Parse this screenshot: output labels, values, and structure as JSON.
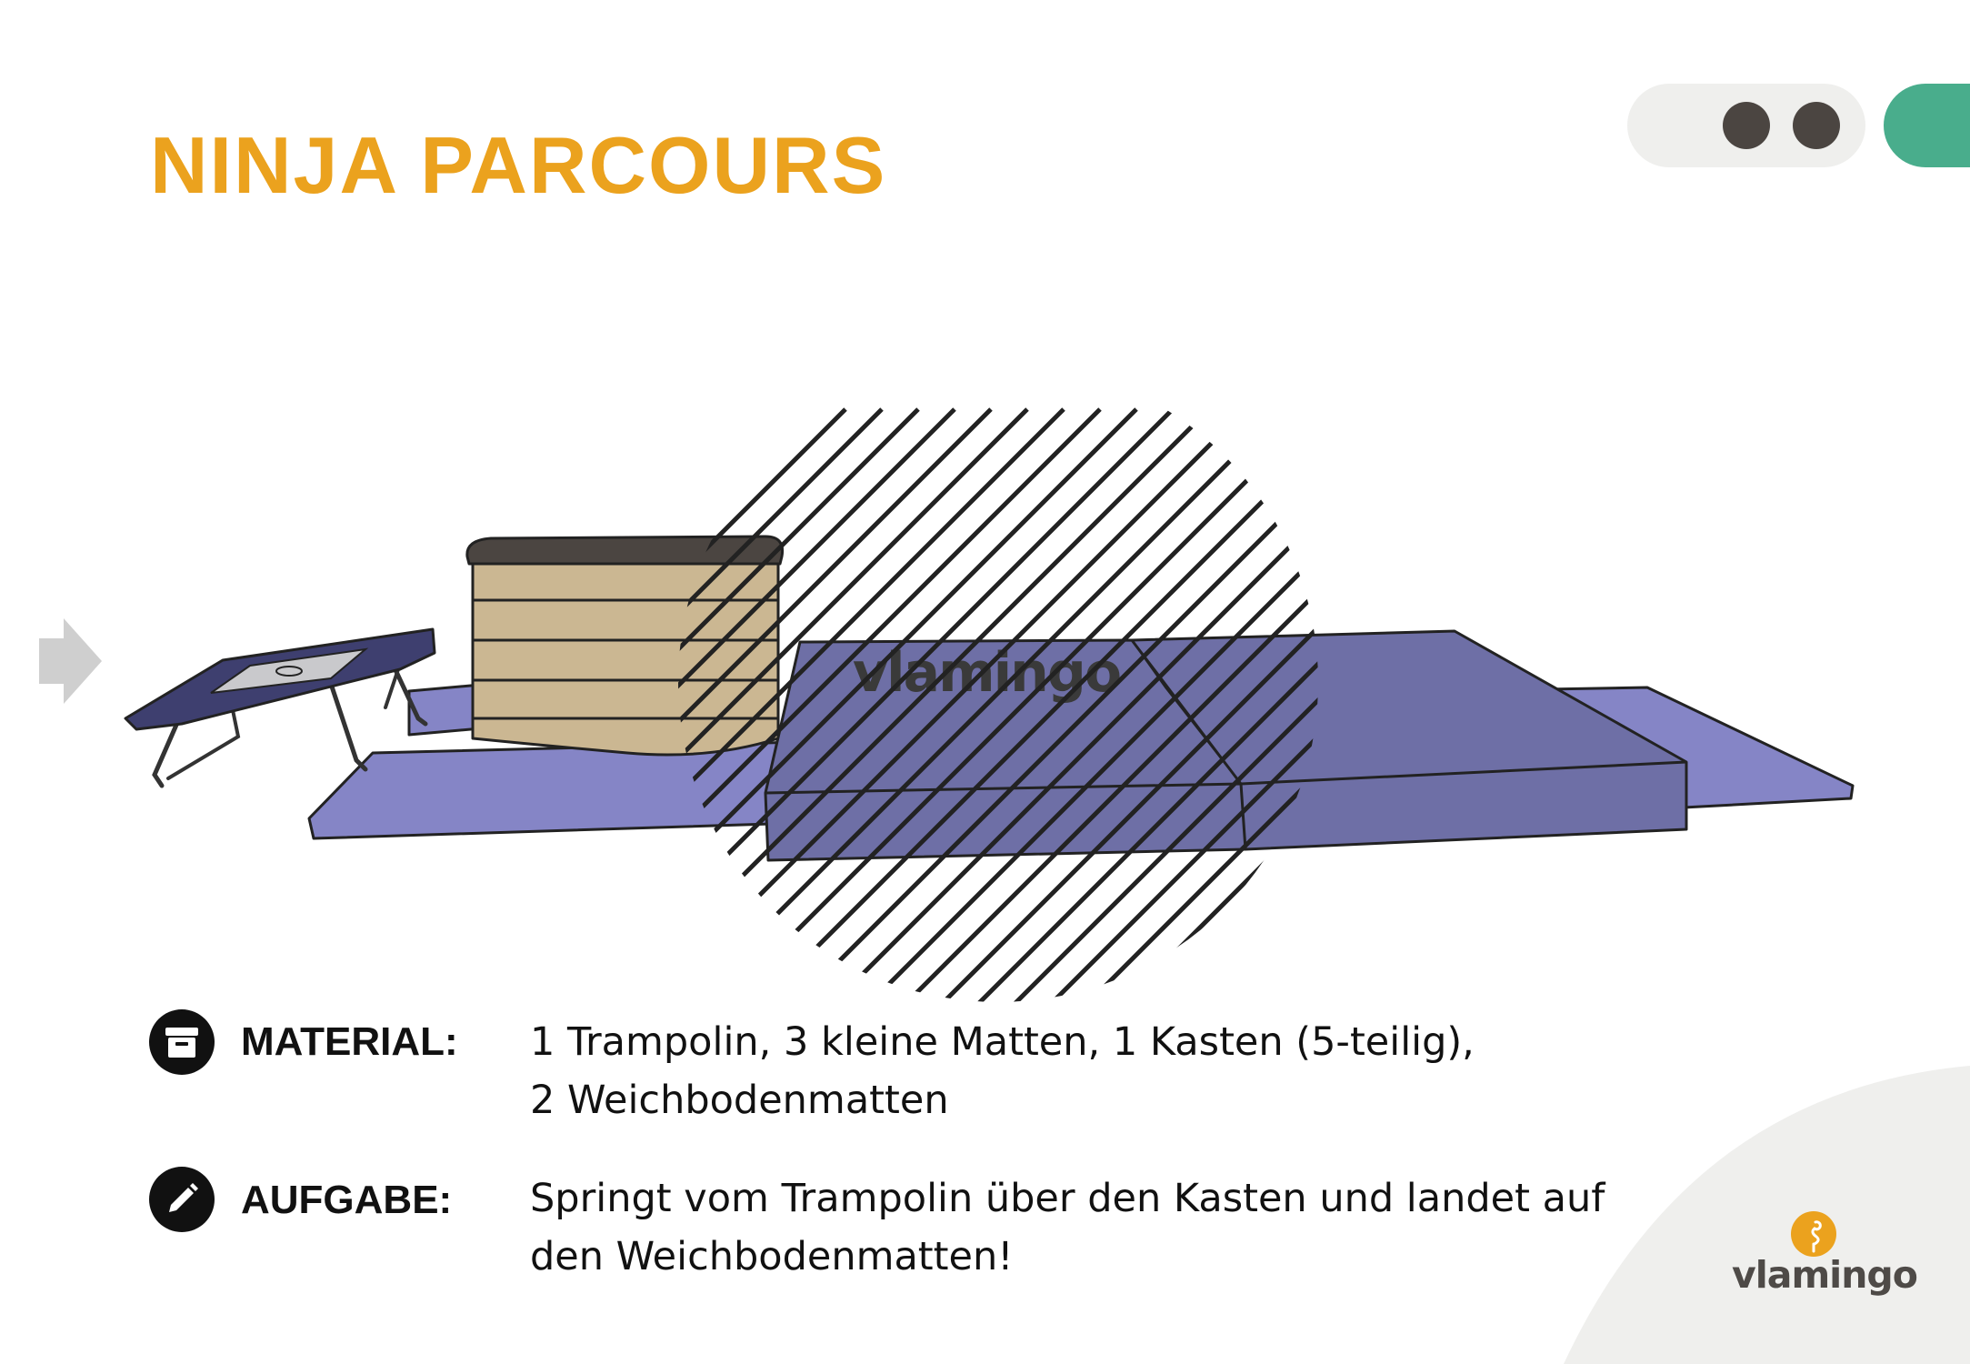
{
  "title": "NINJA PARCOURS",
  "pager": {
    "dots": 2,
    "active_color": "#49ad8c"
  },
  "illustration": {
    "mat_logo": "vlamingo",
    "objects": [
      "trampoline-icon",
      "vaulting-box-icon",
      "small-mat-icon",
      "soft-landing-mat-icon"
    ]
  },
  "material": {
    "label": "MATERIAL:",
    "lines": [
      "1 Trampolin, 3 kleine Matten, 1 Kasten (5-teilig),",
      "2 Weichbodenmatten"
    ],
    "icon": "archive-box-icon"
  },
  "aufgabe": {
    "label": "AUFGABE:",
    "lines": [
      "Springt vom Trampolin über den Kasten und landet auf",
      "den Weichbodenmatten!"
    ],
    "icon": "pencil-icon"
  },
  "brand": {
    "wordmark": "vlamingo",
    "icon": "flamingo-icon"
  },
  "colors": {
    "title": "#eba21e",
    "mat": "#8585c6",
    "soft_mat": "#6e6fa6",
    "box": "#cbb792",
    "accent_green": "#49ad8c"
  }
}
